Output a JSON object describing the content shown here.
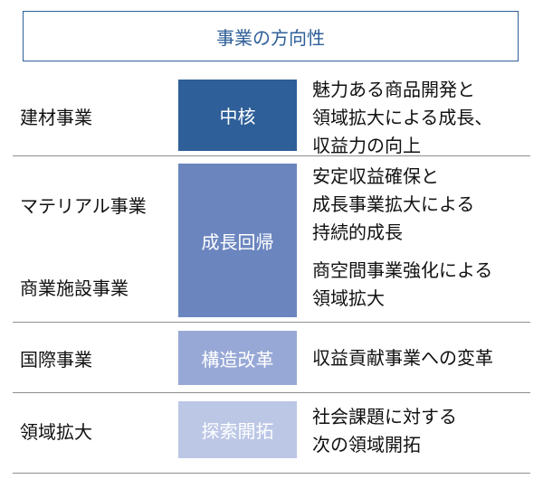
{
  "title": "事業の方向性",
  "rows": [
    {
      "business": "建材事業"
    },
    {
      "business": "マテリアル事業"
    },
    {
      "business": "商業施設事業"
    },
    {
      "business": "国際事業"
    },
    {
      "business": "領域拡大"
    }
  ],
  "strategies": [
    {
      "label": "中核",
      "color": "#2e5f98"
    },
    {
      "label": "成長回帰",
      "color": "#6b86bf"
    },
    {
      "label": "構造改革",
      "color": "#98a8d6"
    },
    {
      "label": "探索開拓",
      "color": "#bcc7e6"
    }
  ],
  "descriptions": [
    {
      "lines": [
        "魅力ある商品開発と",
        "領域拡大による成長、",
        "収益力の向上"
      ]
    },
    {
      "lines": [
        "安定収益確保と",
        "成長事業拡大による",
        "持続的成長"
      ]
    },
    {
      "lines": [
        "商空間事業強化による",
        "領域拡大"
      ]
    },
    {
      "lines": [
        "収益貢献事業への変革"
      ]
    },
    {
      "lines": [
        "社会課題に対する",
        "次の領域開拓"
      ]
    }
  ]
}
